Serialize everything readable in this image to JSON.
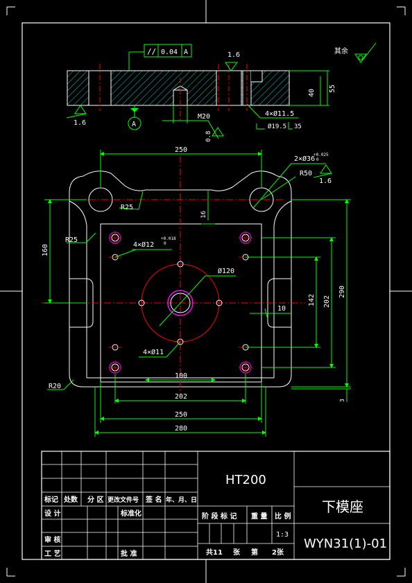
{
  "colors": {
    "background": "#000000",
    "frame": "#ffffff",
    "dimension": "#00ff00",
    "centerline": "#ff0000",
    "hatch": "#00ffff",
    "bore": "#ff00ff",
    "text": "#ffffff"
  },
  "section_view": {
    "flatness_symbol": "//",
    "flatness_value": "0.04",
    "datum_ref": "A",
    "datum_label": "A",
    "roughness_top": "1.6",
    "roughness_left": "1.6",
    "roughness_remaining": "其余",
    "dim_m20": "M20",
    "dim_depth": "0.8",
    "dim_40": "40",
    "dim_55": "55",
    "dim_holes": "4×Ø11.5",
    "dim_cbore": "Ø19.5",
    "dim_cbore_depth": "35"
  },
  "plan_view": {
    "dim_250_top": "250",
    "dim_pins": "2×Ø36",
    "dim_pins_tol": "+0.025",
    "dim_pins_tol_low": "0",
    "dim_r50": "R50",
    "roughness_pins": "1.6",
    "dim_r25_inner": "R25",
    "dim_16": "16",
    "dim_r25_outer": "R25",
    "dim_160": "160",
    "dim_holes12": "4×Ø12",
    "dim_holes12_tol": "+0.018",
    "dim_holes12_tol_low": "0",
    "dim_120": "Ø120",
    "dim_142": "142",
    "dim_202_v": "202",
    "dim_290": "290",
    "dim_10": "10",
    "dim_holes11": "4×Ø11",
    "dim_r20": "R20",
    "dim_100": "100",
    "dim_202_h": "202",
    "dim_250_bottom": "250",
    "dim_280": "280",
    "dim_3": "3"
  },
  "title_block": {
    "material": "HT200",
    "part_name": "下模座",
    "drawing_no": "WYN31(1)-01",
    "headers": [
      "标记",
      "处数",
      "分 区",
      "更改文件号",
      "签 名",
      "年、月、日"
    ],
    "design": "设 计",
    "standardize": "标准化",
    "review": "审 核",
    "process": "工 艺",
    "approve": "批 准",
    "stage_mark": "阶 段 标 记",
    "weight": "重 量",
    "scale_label": "比 例",
    "scale": "1:3",
    "sheets_total": "共11",
    "sheets_word": "张",
    "sheet_no_label": "第",
    "sheet_no": "2张"
  }
}
